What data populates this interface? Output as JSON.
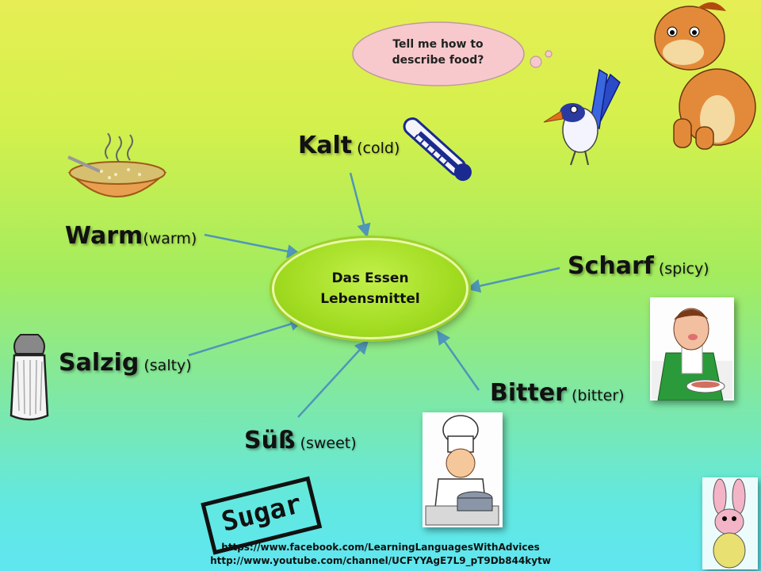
{
  "center": {
    "line1": "Das Essen",
    "line2": "Lebensmittel"
  },
  "bubble": {
    "line1": "Tell me how to",
    "line2": "describe food?"
  },
  "words": {
    "kalt": {
      "de": "Kalt",
      "en": "(cold)"
    },
    "warm": {
      "de": "Warm",
      "en": "(warm)"
    },
    "scharf": {
      "de": "Scharf",
      "en": "(spicy)"
    },
    "salzig": {
      "de": "Salzig",
      "en": "(salty)"
    },
    "bitter": {
      "de": "Bitter",
      "en": "(bitter)"
    },
    "suess": {
      "de": "Süß",
      "en": "(sweet)"
    }
  },
  "sugar_sign": "Sugar",
  "links": {
    "facebook": "https://www.facebook.com/LearningLanguagesWithAdvices",
    "youtube": "http://www.youtube.com/channel/UCFYYAgE7L9_pT9Db844kytw"
  },
  "colors": {
    "arrow": "#4f96b8",
    "ellipse": "#a2dc22",
    "bubble": "#f7c9cc"
  }
}
